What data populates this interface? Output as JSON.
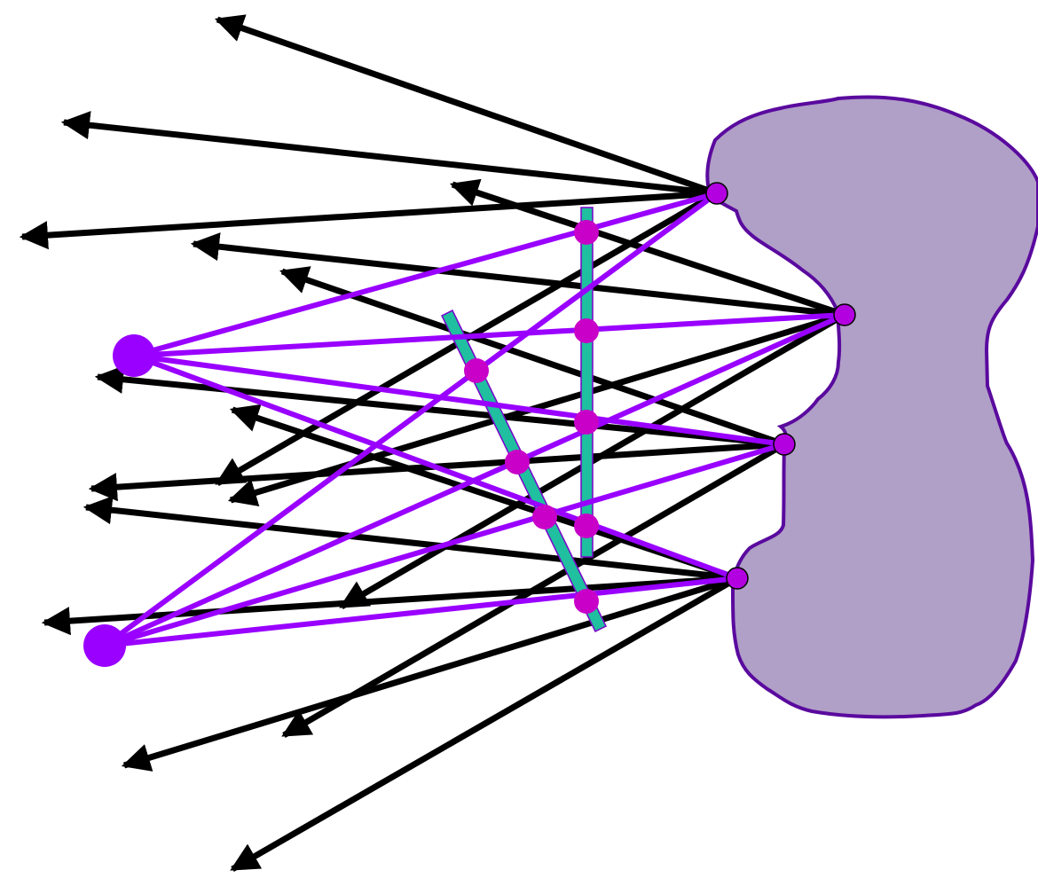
{
  "colors": {
    "background": "#ffffff",
    "object_fill": "#b09fc7",
    "object_stroke": "#5a0a9e",
    "ray": "#000000",
    "sight_line": "#9900ff",
    "scene_point": "#b300e0",
    "viewer": "#9900ff",
    "screen_fill": "#1fbf9f",
    "screen_stroke": "#7a00cc",
    "intersection": "#c800c8"
  },
  "scene": {
    "object_name": "scene-object",
    "surface_points": [
      "p1",
      "p2",
      "p3",
      "p4"
    ],
    "viewers": [
      "upper-viewer",
      "lower-viewer"
    ],
    "screens": [
      "vertical-screen",
      "tilted-screen"
    ]
  }
}
